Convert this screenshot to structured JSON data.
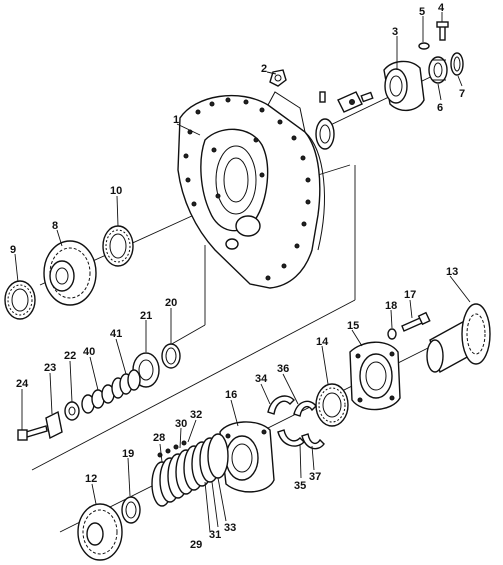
{
  "callouts": [
    {
      "id": "1",
      "text": "1"
    },
    {
      "id": "2",
      "text": "2"
    },
    {
      "id": "3",
      "text": "3"
    },
    {
      "id": "4",
      "text": "4"
    },
    {
      "id": "5",
      "text": "5"
    },
    {
      "id": "6",
      "text": "6"
    },
    {
      "id": "7",
      "text": "7"
    },
    {
      "id": "8",
      "text": "8"
    },
    {
      "id": "9",
      "text": "9"
    },
    {
      "id": "10",
      "text": "10"
    },
    {
      "id": "12",
      "text": "12"
    },
    {
      "id": "13",
      "text": "13"
    },
    {
      "id": "14",
      "text": "14"
    },
    {
      "id": "15",
      "text": "15"
    },
    {
      "id": "16",
      "text": "16"
    },
    {
      "id": "17",
      "text": "17"
    },
    {
      "id": "18",
      "text": "18"
    },
    {
      "id": "19",
      "text": "19"
    },
    {
      "id": "20",
      "text": "20"
    },
    {
      "id": "21",
      "text": "21"
    },
    {
      "id": "22",
      "text": "22"
    },
    {
      "id": "23",
      "text": "23"
    },
    {
      "id": "24",
      "text": "24"
    },
    {
      "id": "28",
      "text": "28"
    },
    {
      "id": "29",
      "text": "29"
    },
    {
      "id": "30",
      "text": "30"
    },
    {
      "id": "31",
      "text": "31"
    },
    {
      "id": "32",
      "text": "32"
    },
    {
      "id": "33",
      "text": "33"
    },
    {
      "id": "34",
      "text": "34"
    },
    {
      "id": "35",
      "text": "35"
    },
    {
      "id": "36",
      "text": "36"
    },
    {
      "id": "37",
      "text": "37"
    },
    {
      "id": "40",
      "text": "40"
    },
    {
      "id": "41",
      "text": "41"
    }
  ]
}
